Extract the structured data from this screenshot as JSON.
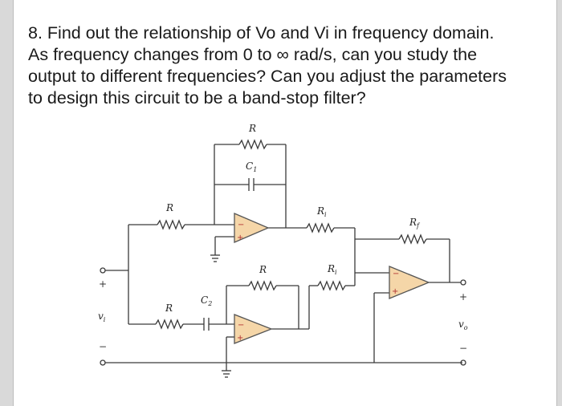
{
  "question": {
    "lines": [
      "8. Find out the relationship of Vo and Vi in frequency domain.",
      "As frequency changes from 0 to ∞ rad/s, can you study the",
      "output to different frequencies? Can you adjust the parameters",
      "to design this circuit to be a band-stop filter?"
    ]
  },
  "circuit": {
    "labels": {
      "r_top": "R",
      "c1": "C",
      "c1_sub": "1",
      "r_left_top": "R",
      "ri_top": "R",
      "ri_top_sub": "i",
      "rf": "R",
      "rf_sub": "f",
      "r_mid": "R",
      "ri_mid": "R",
      "ri_mid_sub": "i",
      "r_bottom": "R",
      "c2": "C",
      "c2_sub": "2",
      "vi": "v",
      "vi_sub": "i",
      "vo": "v",
      "vo_sub": "o",
      "plus": "+",
      "minus": "−",
      "opamp_minus": "−",
      "opamp_plus": "+"
    },
    "colors": {
      "wire": "#3a3a3a",
      "opamp_fill": "#f5d6a8",
      "opamp_stroke": "#555555",
      "opamp_sign": "#b03030"
    }
  }
}
